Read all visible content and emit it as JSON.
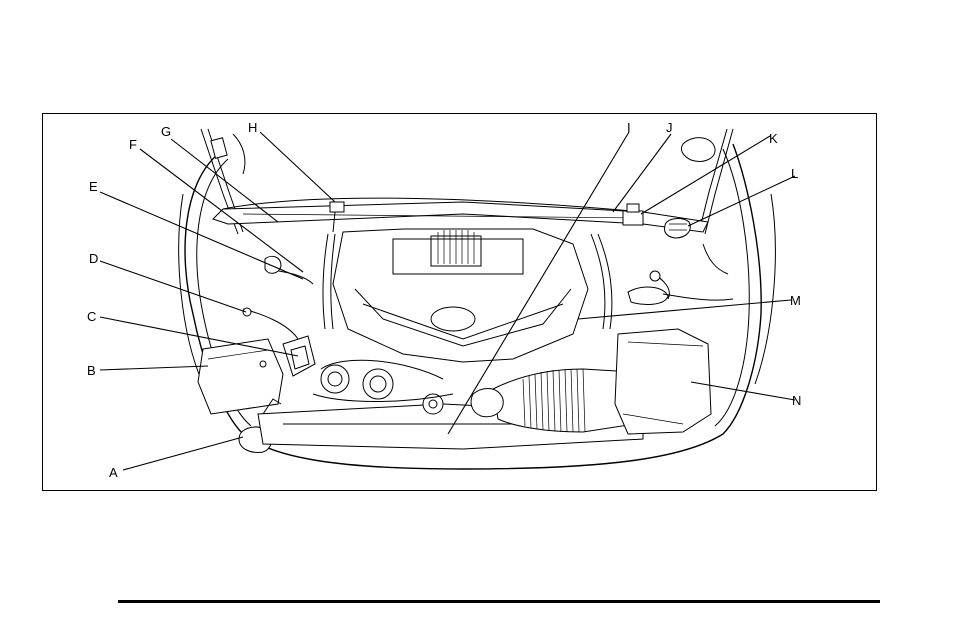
{
  "figure": {
    "callouts": [
      {
        "id": "A",
        "label": "A"
      },
      {
        "id": "B",
        "label": "B"
      },
      {
        "id": "C",
        "label": "C"
      },
      {
        "id": "D",
        "label": "D"
      },
      {
        "id": "E",
        "label": "E"
      },
      {
        "id": "F",
        "label": "F"
      },
      {
        "id": "G",
        "label": "G"
      },
      {
        "id": "H",
        "label": "H"
      },
      {
        "id": "I",
        "label": "I"
      },
      {
        "id": "J",
        "label": "J"
      },
      {
        "id": "K",
        "label": "K"
      },
      {
        "id": "L",
        "label": "L"
      },
      {
        "id": "M",
        "label": "M"
      },
      {
        "id": "N",
        "label": "N"
      }
    ]
  }
}
